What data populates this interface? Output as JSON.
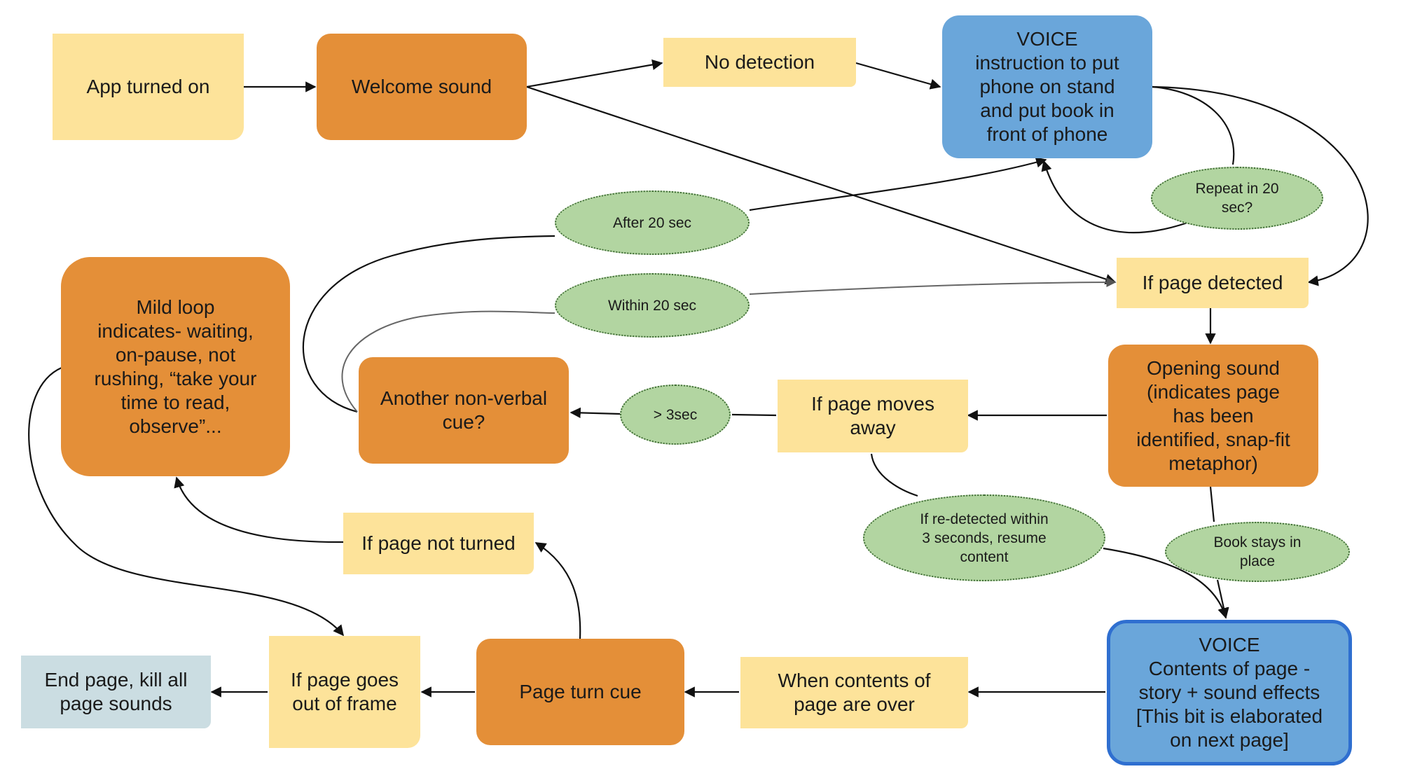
{
  "nodes": {
    "app_on": "App turned on",
    "welcome": "Welcome sound",
    "no_detection": "No detection",
    "voice_instruction": "VOICE\ninstruction to put\nphone on stand\nand put book in\nfront of phone",
    "page_detected": "If page detected",
    "opening_sound": "Opening sound\n(indicates page\nhas been\nidentified, snap-fit\nmetaphor)",
    "page_moves": "If page moves\naway",
    "nonverbal": "Another non-verbal\ncue?",
    "mild_loop": "Mild loop\nindicates- waiting,\non-pause, not\nrushing, “take your\ntime to read,\nobserve”...",
    "page_not_turned": "If page not turned",
    "voice_contents": "VOICE\nContents of page -\nstory + sound effects\n[This bit is elaborated\non next page]",
    "contents_over": "When contents of\npage are over",
    "page_turn_cue": "Page turn cue",
    "out_of_frame": "If page goes\nout of frame",
    "end_page": "End page, kill all\npage sounds"
  },
  "conditions": {
    "repeat_20": "Repeat in 20\nsec?",
    "after_20": "After 20 sec",
    "within_20": "Within 20 sec",
    "gt_3sec": "> 3sec",
    "redetected": "If re-detected within\n3 seconds, resume\ncontent",
    "stays": "Book stays in\nplace"
  },
  "colors": {
    "yellow": "#fde39a",
    "orange": "#e48f38",
    "blue": "#6aa6da",
    "grey": "#cbdde2",
    "green": "#b2d5a1"
  }
}
